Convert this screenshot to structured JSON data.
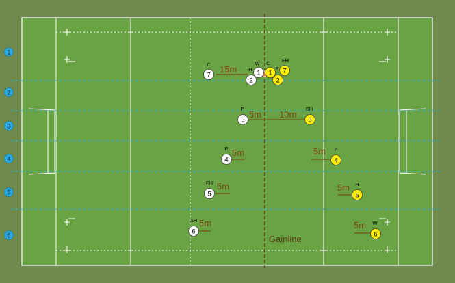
{
  "colors": {
    "outer": "#6e8a4c",
    "field": "#6aa343",
    "line": "#ffffff",
    "channel": "#29a8e0",
    "gainline": "#5a3b14",
    "distance": "#7a4a12",
    "white_player": "#ffffff",
    "yellow_player": "#ffee00",
    "ball": "#e0722e"
  },
  "channels": [
    {
      "label": "1"
    },
    {
      "label": "2"
    },
    {
      "label": "3"
    },
    {
      "label": "4"
    },
    {
      "label": "5"
    },
    {
      "label": "6"
    }
  ],
  "gainline_label": "Gainline",
  "white_players": [
    {
      "number": "7",
      "role": "C"
    },
    {
      "number": "1",
      "role": "W"
    },
    {
      "number": "2",
      "role": "H"
    },
    {
      "number": "3",
      "role": "P"
    },
    {
      "number": "4",
      "role": "P"
    },
    {
      "number": "5",
      "role": "FH"
    },
    {
      "number": "6",
      "role": "SH"
    }
  ],
  "yellow_players": [
    {
      "number": "1",
      "role": "C"
    },
    {
      "number": "7",
      "role": "FH"
    },
    {
      "number": "2",
      "role": "F"
    },
    {
      "number": "3",
      "role": "SH"
    },
    {
      "number": "4",
      "role": "P"
    },
    {
      "number": "5",
      "role": "H"
    },
    {
      "number": "6",
      "role": "W"
    }
  ],
  "distances": [
    "15m",
    "5m",
    "10m",
    "5m",
    "5m",
    "5m",
    "5m",
    "5m",
    "5m"
  ]
}
